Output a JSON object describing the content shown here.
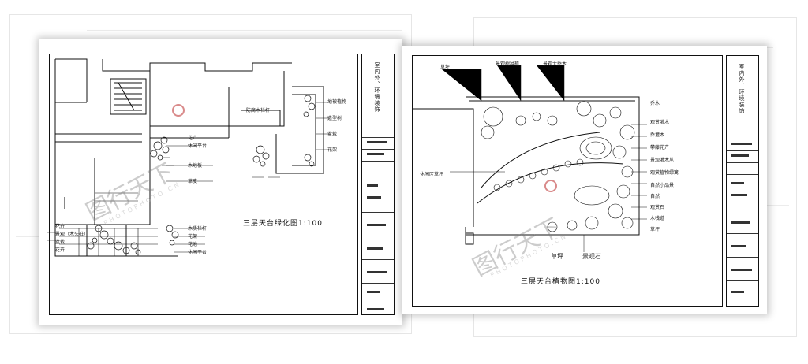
{
  "left_sheet": {
    "title_block": {
      "title": "室内外、环境装饰"
    },
    "caption": "三层天台绿化图1:100",
    "labels_right": [
      "花卉",
      "休闲平台",
      "木地板",
      "草皮",
      "防腐木栏杆",
      "地被植物",
      "造型树",
      "盆栽",
      "花架"
    ],
    "labels_left": [
      "花卉",
      "景观（木头桩）",
      "盆栽",
      "花卉"
    ],
    "labels_lower": [
      "木质栏杆",
      "花架",
      "花池",
      "休闲平台"
    ]
  },
  "right_sheet": {
    "title_block": {
      "title": "室内外、环境装饰"
    },
    "caption": "三层天台植物图1:100",
    "labels_top": [
      "草坪",
      "景观树种植",
      "景观大乔木"
    ],
    "labels_left": [
      "休闲区草坪"
    ],
    "labels_right": [
      "乔木",
      "观赏灌木",
      "乔灌木",
      "攀藤花卉",
      "景观灌木丛",
      "观赏植物绿篱",
      "自然小品景",
      "自然",
      "观赏石",
      "木栈道",
      "草坪"
    ],
    "labels_bottom": [
      "草坪",
      "景观石"
    ]
  },
  "watermark": {
    "text": "图行天下",
    "sub": "PHOTOPHOTO.CN"
  },
  "colors": {
    "ink": "#111111",
    "shadow": "#00000038",
    "watermark": "#78787860",
    "seal": "#d98a8a"
  }
}
